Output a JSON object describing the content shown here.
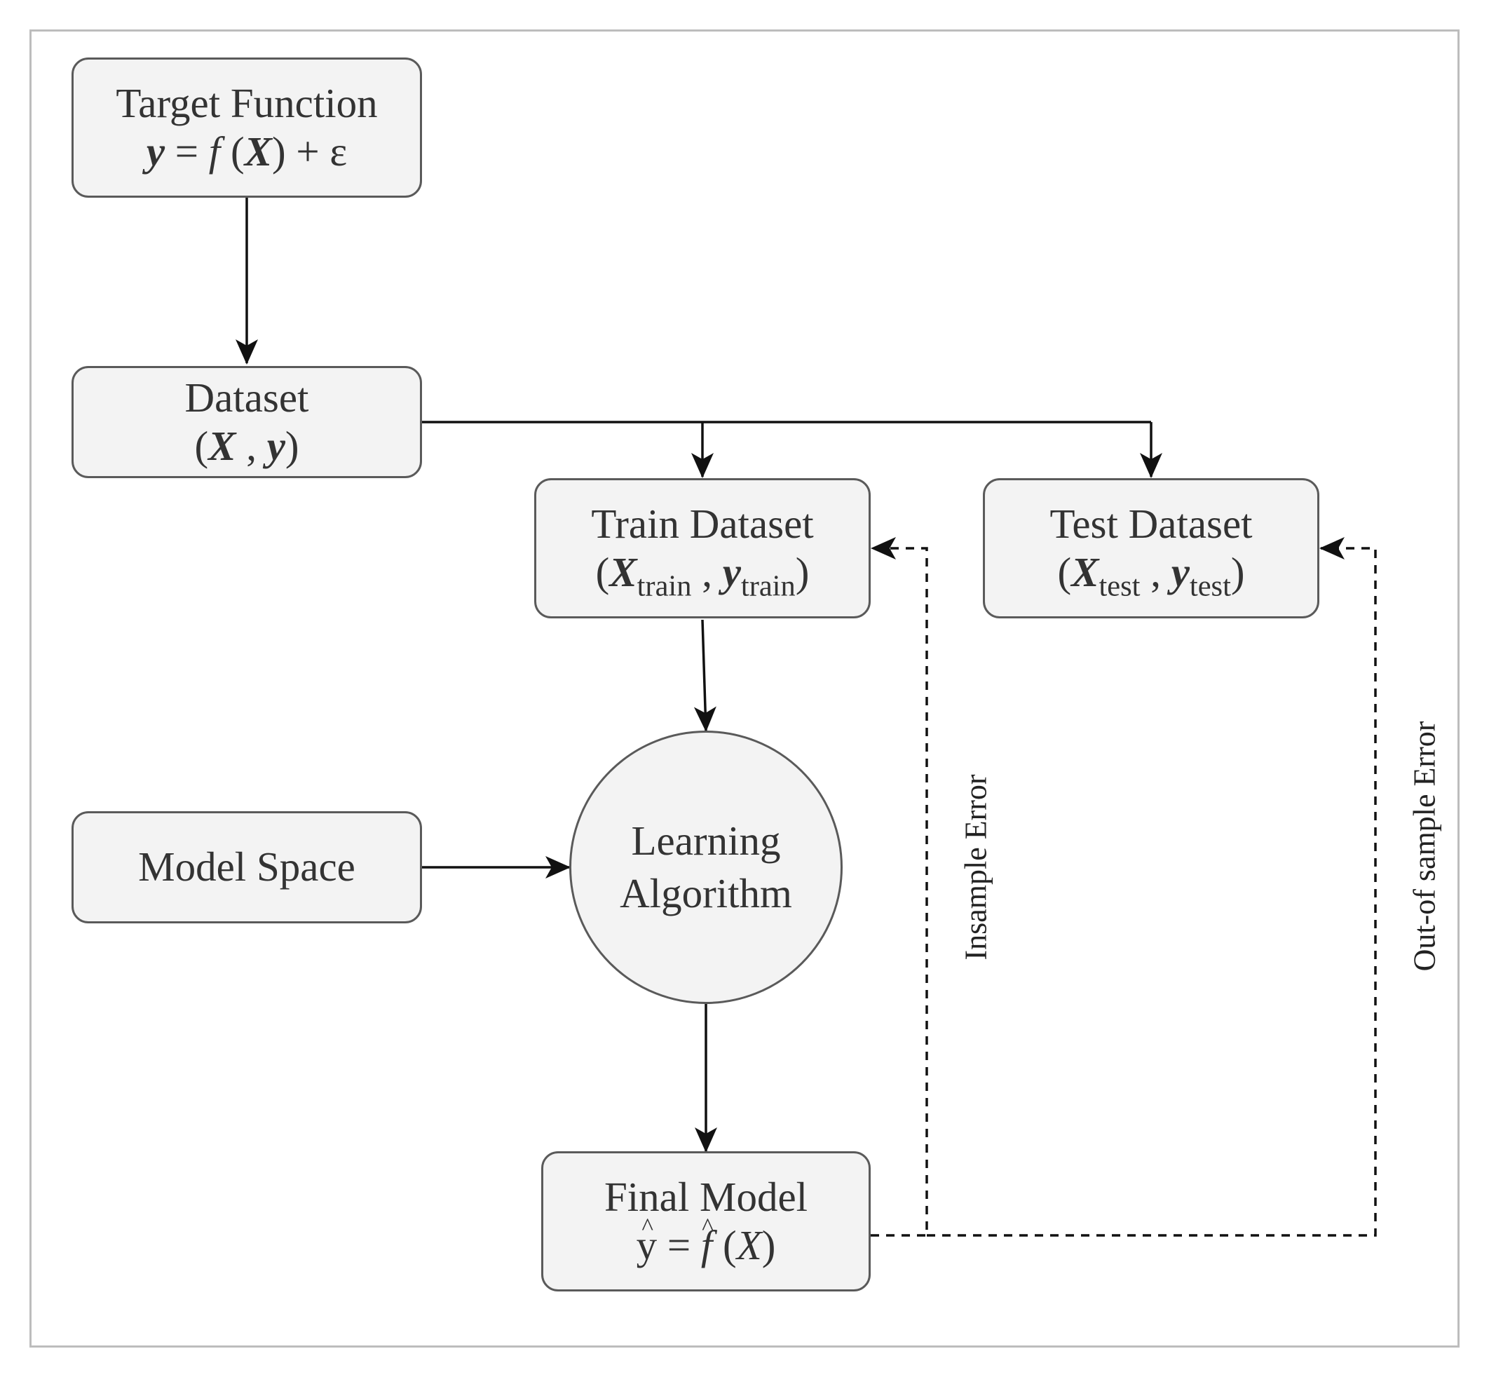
{
  "nodes": {
    "target": {
      "title": "Target Function",
      "formula": {
        "y": "y",
        "eq": " = ",
        "f": "f",
        "lp": " (",
        "X": "X",
        "rp": ") + ε"
      }
    },
    "dataset": {
      "title": "Dataset",
      "formula": {
        "lp": "(",
        "X": "X",
        "comma": " , ",
        "y": "y",
        "rp": ")"
      }
    },
    "train": {
      "title": "Train Dataset",
      "formula": {
        "lp": "(",
        "X": "X",
        "sub_x": "train",
        "comma": " , ",
        "y": "y",
        "sub_y": "train",
        "rp": ")"
      }
    },
    "test": {
      "title": "Test Dataset",
      "formula": {
        "lp": "(",
        "X": "X",
        "sub_x": "test",
        "comma": " , ",
        "y": "y",
        "sub_y": "test",
        "rp": ")"
      }
    },
    "model_space": {
      "title": "Model Space"
    },
    "learning": {
      "line1": "Learning",
      "line2": "Algorithm"
    },
    "final": {
      "title": "Final Model",
      "formula": {
        "yhat": "y",
        "eq": " = ",
        "fhat": "f",
        "lp": " (",
        "X": "X",
        "rp": ")"
      }
    }
  },
  "edge_labels": {
    "insample": "Insample Error",
    "outsample": "Out-of sample Error"
  }
}
